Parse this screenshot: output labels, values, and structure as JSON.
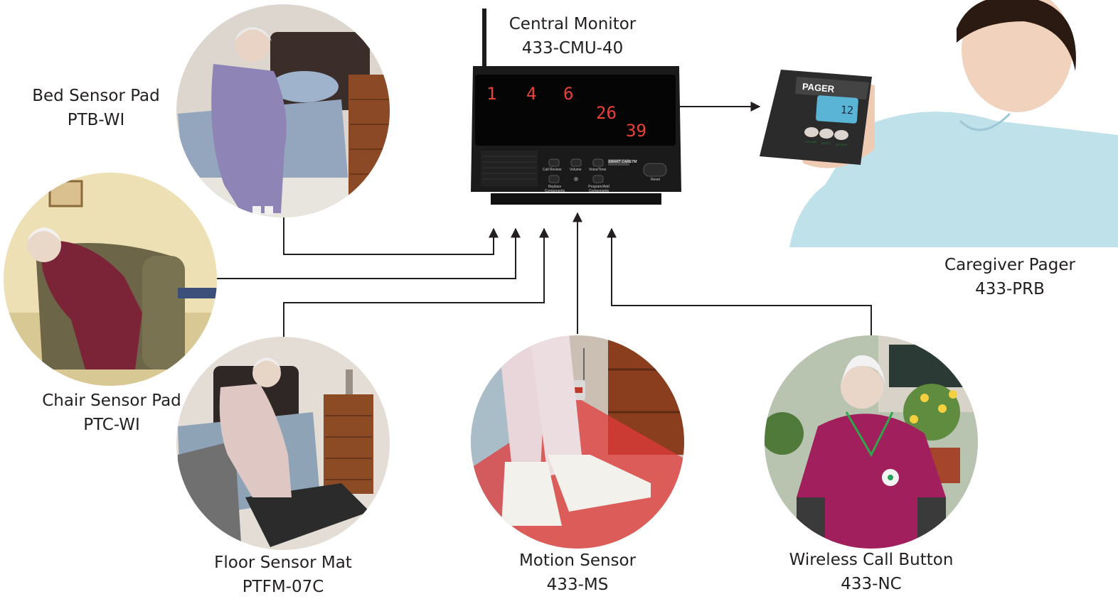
{
  "monitor": {
    "name": "Central Monitor",
    "model": "433-CMU-40",
    "display_numbers": [
      "1",
      "4",
      "6",
      "26",
      "39"
    ],
    "buttons": {
      "call_review": "Call Review",
      "volume": "Volume",
      "voice_tone": "Voice/Tone",
      "replace_components": "Replace Components",
      "program_add_components": "Program/Add Components",
      "reset": "Reset"
    },
    "brand": "SMART CARETM"
  },
  "pager": {
    "name": "Caregiver Pager",
    "model": "433-PRB",
    "badge": "PAGER",
    "screen_value": "12",
    "buttons": [
      "VOLUME",
      "RESET",
      "REVIEW"
    ]
  },
  "sensors": {
    "bed": {
      "name": "Bed Sensor Pad",
      "model": "PTB-WI"
    },
    "chair": {
      "name": "Chair Sensor Pad",
      "model": "PTC-WI"
    },
    "floor": {
      "name": "Floor Sensor Mat",
      "model": "PTFM-07C"
    },
    "motion": {
      "name": "Motion Sensor",
      "model": "433-MS"
    },
    "call_button": {
      "name": "Wireless Call Button",
      "model": "433-NC"
    }
  },
  "colors": {
    "line": "#231f20",
    "led_red": "#e8413a",
    "pager_screen": "#5ab4d6",
    "shirt_blue": "#bfe1ea",
    "motion_red": "#e23b3b"
  }
}
